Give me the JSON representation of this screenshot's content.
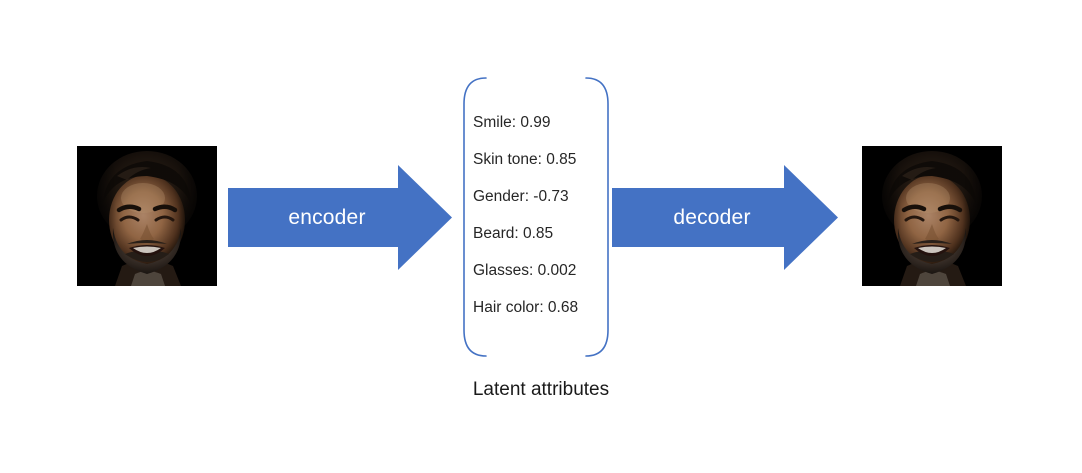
{
  "diagram": {
    "title": "Autoencoder latent attributes diagram",
    "background": "#ffffff",
    "accent_color": "#4472C4",
    "text_color": "#262626"
  },
  "input_image": {
    "alt": "photograph of a smiling bearded man on black background",
    "name": "input-face-photo"
  },
  "output_image": {
    "alt": "reconstructed photograph of a smiling bearded man on black background",
    "name": "output-face-photo"
  },
  "arrows": {
    "encoder_label": "encoder",
    "decoder_label": "decoder"
  },
  "latent": {
    "caption": "Latent attributes",
    "attributes": [
      {
        "label": "Smile",
        "value": "0.99",
        "text": "Smile: 0.99"
      },
      {
        "label": "Skin tone",
        "value": "0.85",
        "text": "Skin tone: 0.85"
      },
      {
        "label": "Gender",
        "value": "-0.73",
        "text": "Gender: -0.73"
      },
      {
        "label": "Beard",
        "value": "0.85",
        "text": "Beard: 0.85"
      },
      {
        "label": "Glasses",
        "value": "0.002",
        "text": "Glasses: 0.002"
      },
      {
        "label": "Hair color",
        "value": "0.68",
        "text": "Hair color: 0.68"
      }
    ]
  }
}
